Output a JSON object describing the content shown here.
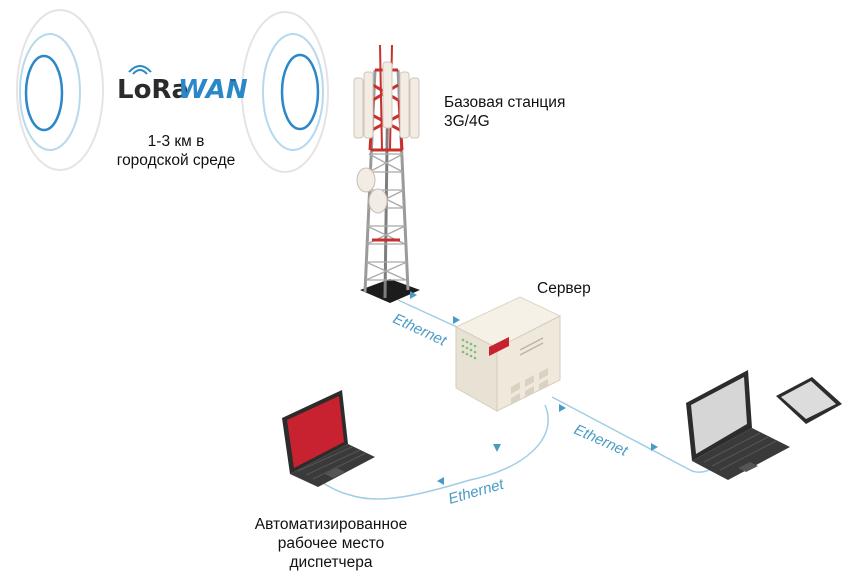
{
  "logo": {
    "part1": "LoRa",
    "part2": "WAN",
    "tm": "™"
  },
  "labels": {
    "range_line1": "1-3 км в",
    "range_line2": "городской среде",
    "base_station_line1": "Базовая станция",
    "base_station_line2": "3G/4G",
    "server": "Сервер",
    "workstation_line1": "Автоматизированное",
    "workstation_line2": "рабочее место",
    "workstation_line3": "диспетчера"
  },
  "links": {
    "tower_server": "Ethernet",
    "laptop_server": "Ethernet",
    "server_client": "Ethernet"
  },
  "icons": [
    "signal-waves-icon",
    "lorawan-logo-icon",
    "cell-tower-icon",
    "server-icon",
    "laptop-icon",
    "tablet-icon"
  ],
  "colors": {
    "link_line": "#9fcde6",
    "link_text": "#4a9bc4",
    "tower_red": "#c9302c",
    "wave_blue": "#2a87c8",
    "laptop_screen_red": "#c8212f"
  }
}
